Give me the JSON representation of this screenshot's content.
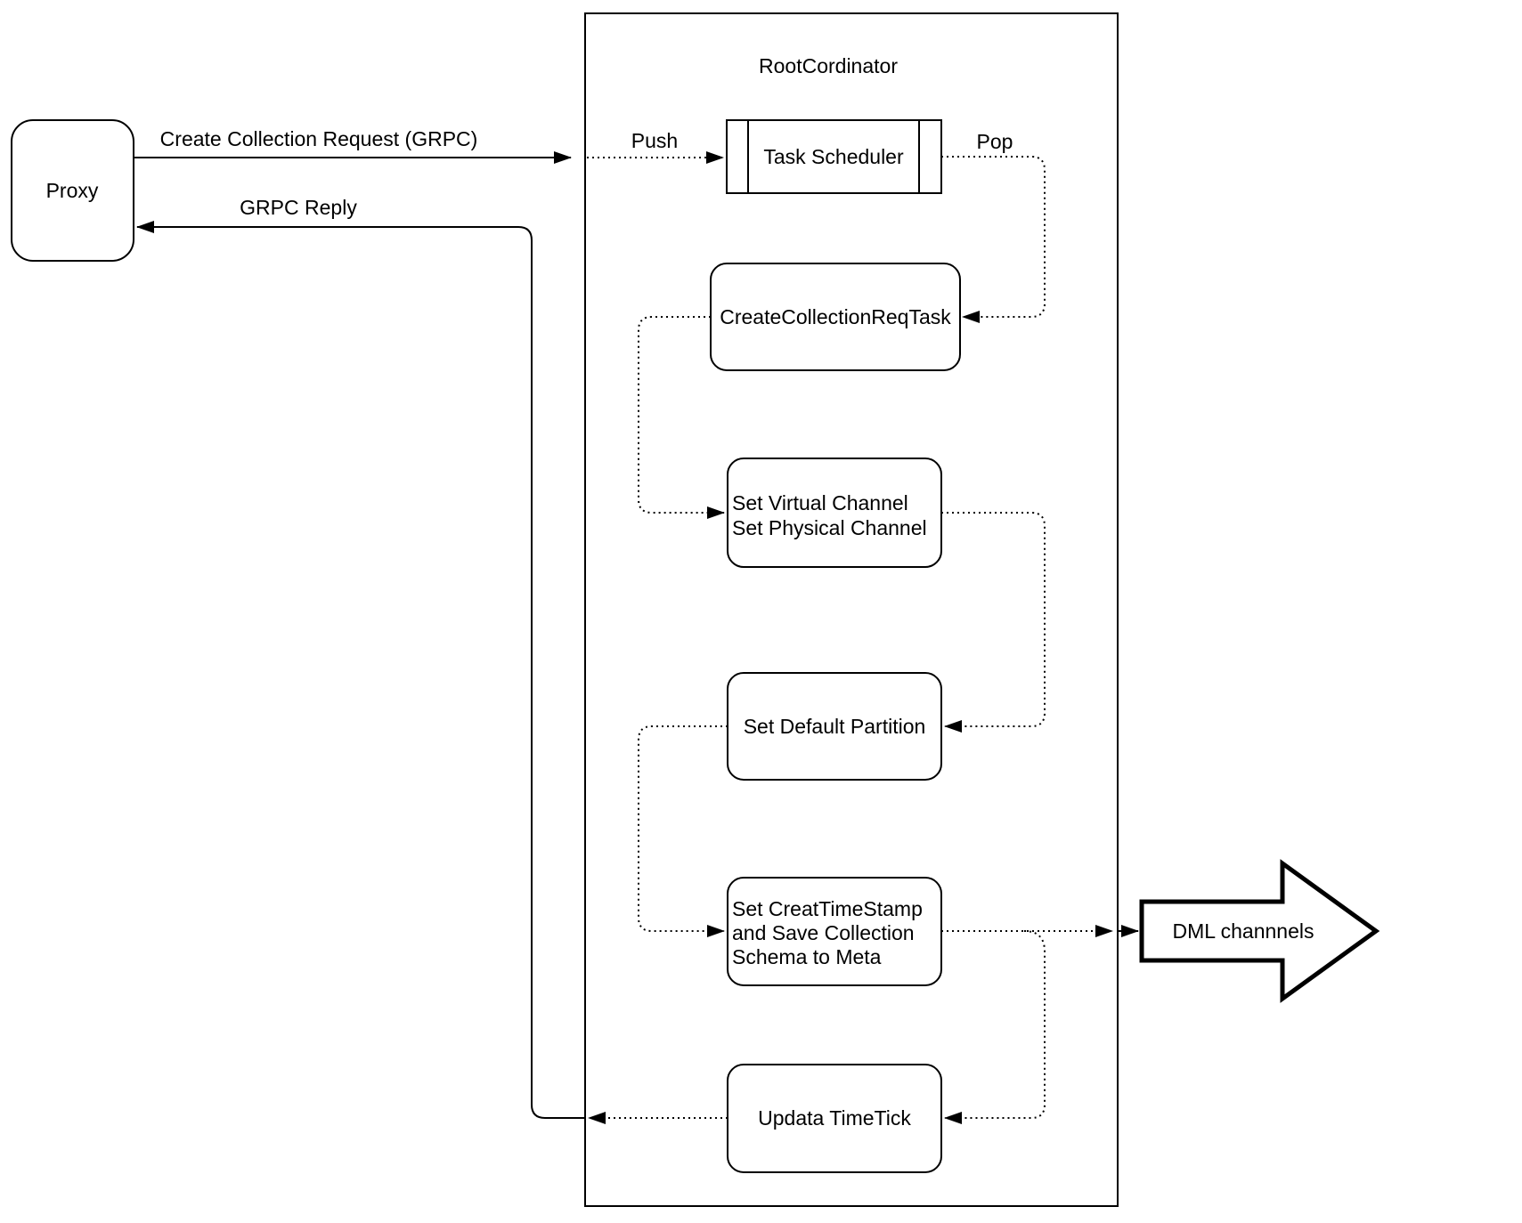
{
  "diagram": {
    "container": {
      "title": "RootCordinator"
    },
    "colors": {
      "stroke": "#000000",
      "background": "#ffffff"
    },
    "nodes": {
      "proxy": {
        "label": "Proxy"
      },
      "task_scheduler": {
        "label": "Task Scheduler"
      },
      "create_collection_req_task": {
        "label": "CreateCollectionReqTask"
      },
      "set_channels": {
        "lines": [
          "Set Virtual Channel",
          "Set Physical Channel"
        ]
      },
      "set_default_partition": {
        "label": "Set Default Partition"
      },
      "set_timestamp": {
        "lines": [
          "Set CreatTimeStamp",
          "and Save Collection",
          "Schema to Meta"
        ]
      },
      "update_timetick": {
        "label": "Updata TimeTick"
      },
      "dml_channels": {
        "label": "DML channnels"
      }
    },
    "edges": {
      "create_collection_request": {
        "label": "Create Collection Request (GRPC)"
      },
      "grpc_reply": {
        "label": "GRPC Reply"
      },
      "push": {
        "label": "Push"
      },
      "pop": {
        "label": "Pop"
      }
    }
  }
}
